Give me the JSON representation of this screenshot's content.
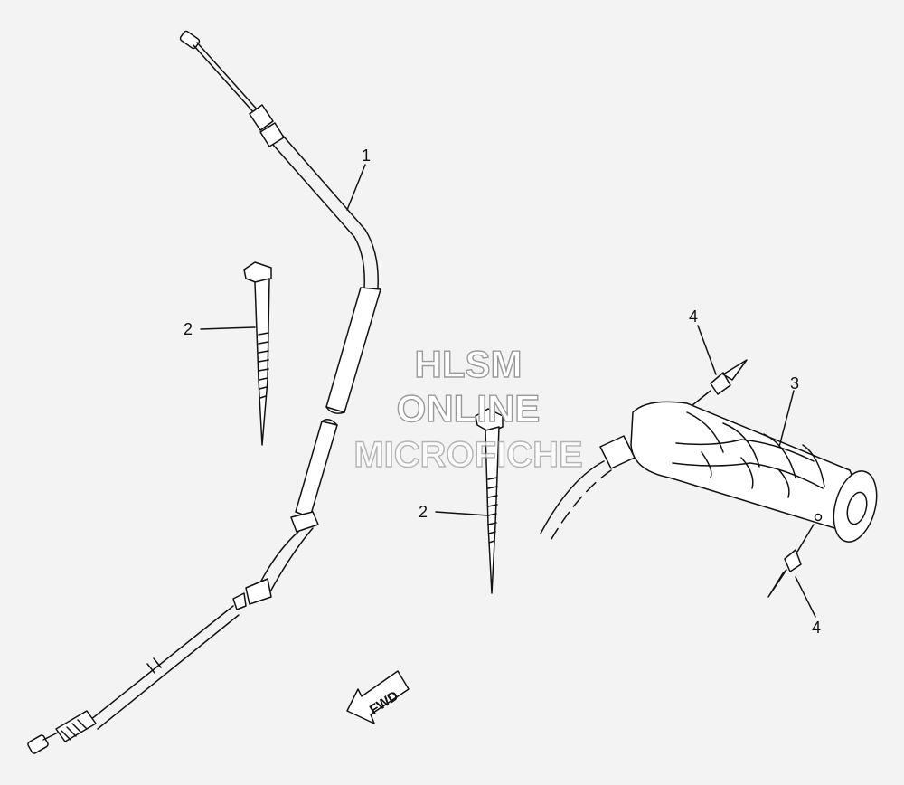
{
  "watermark": {
    "line1": "HLSM",
    "line2": "ONLINE",
    "line3": "MICROFICHE"
  },
  "direction_arrow": {
    "label": "FWD"
  },
  "callouts": {
    "cable": "1",
    "tie_left": "2",
    "tie_center": "2",
    "grip": "3",
    "rivet_top": "4",
    "rivet_bottom": "4"
  }
}
